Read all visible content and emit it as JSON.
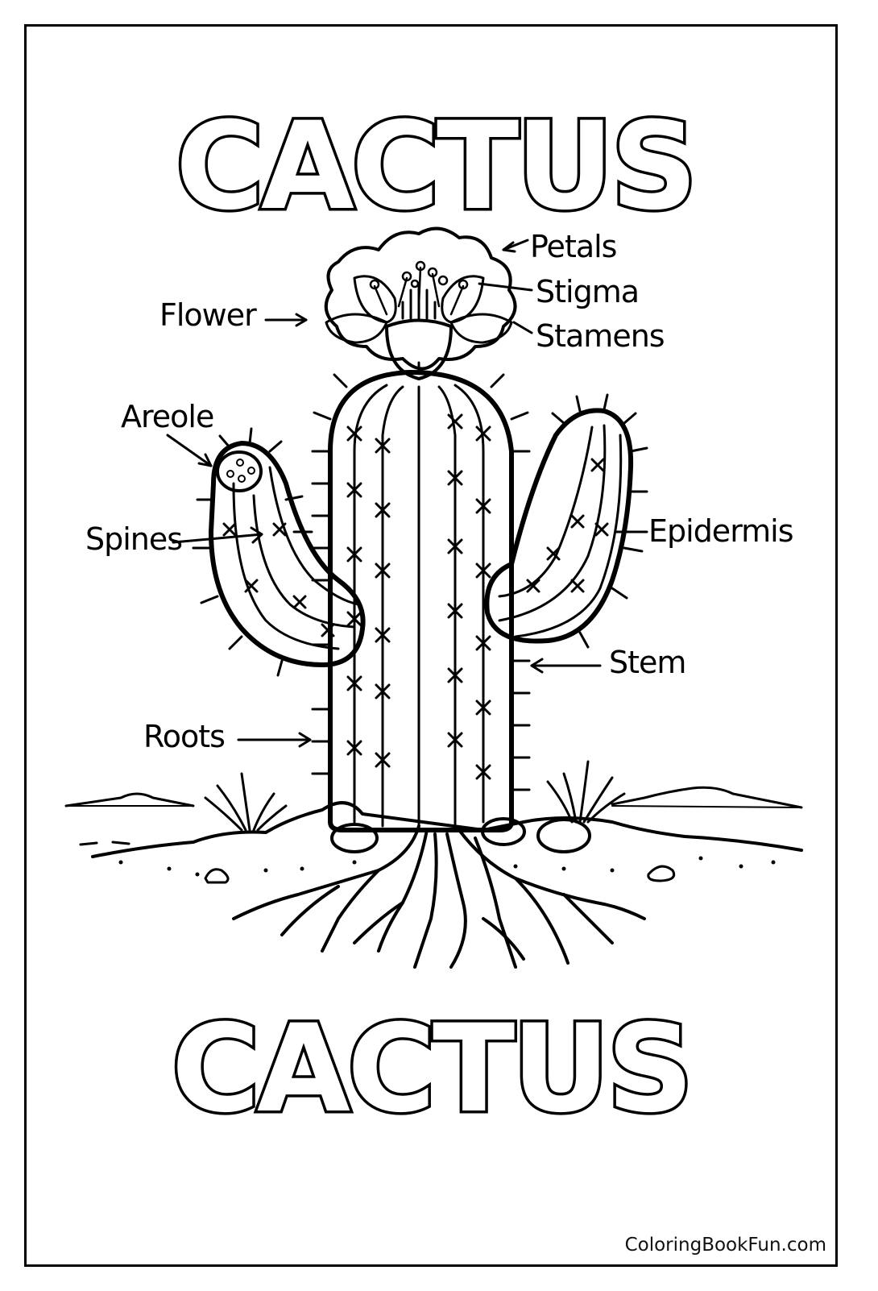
{
  "title_top": "CACTUS",
  "title_bottom": "CACTUS",
  "labels": {
    "petals": "Petals",
    "stigma": "Stigma",
    "stamens": "Stamens",
    "flower": "Flower",
    "areole": "Areole",
    "spines": "Spines",
    "epidermis": "Epidermis",
    "stem": "Stem",
    "roots": "Roots"
  },
  "footer": {
    "site": "ColoringBookFun.com"
  },
  "colors": {
    "ink": "#000000",
    "paper": "#ffffff"
  }
}
